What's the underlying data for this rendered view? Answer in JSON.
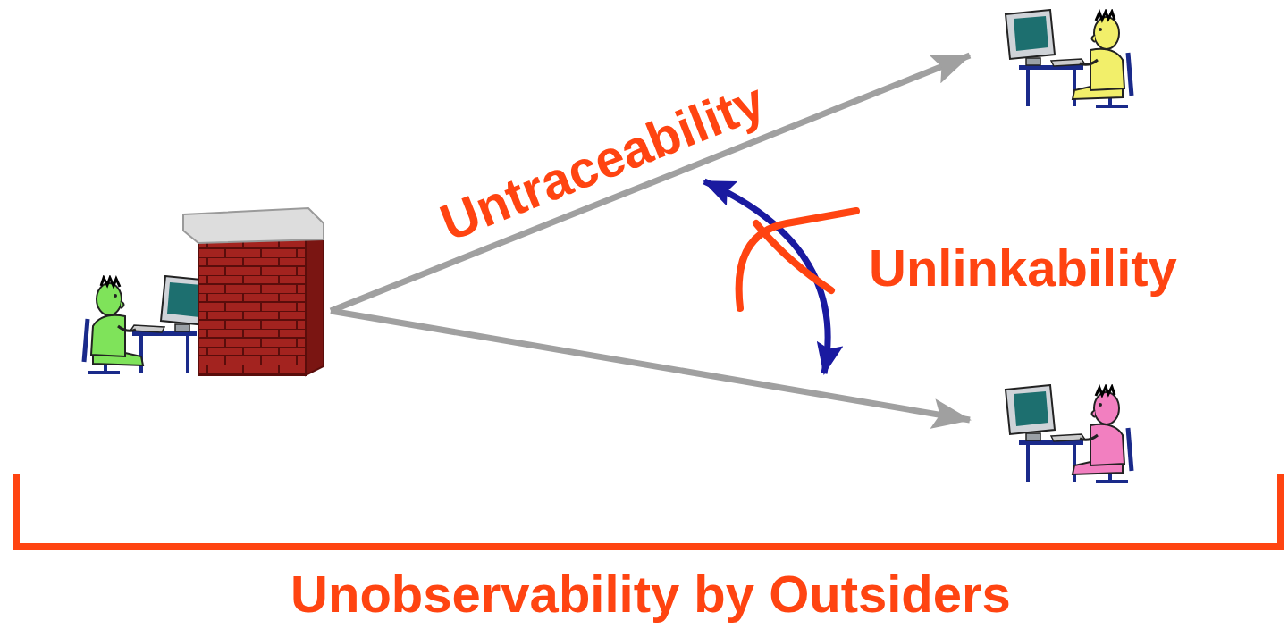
{
  "diagram": {
    "labels": [
      "Untraceability",
      "Unlinkability",
      "Unobservability by Outsiders"
    ]
  }
}
